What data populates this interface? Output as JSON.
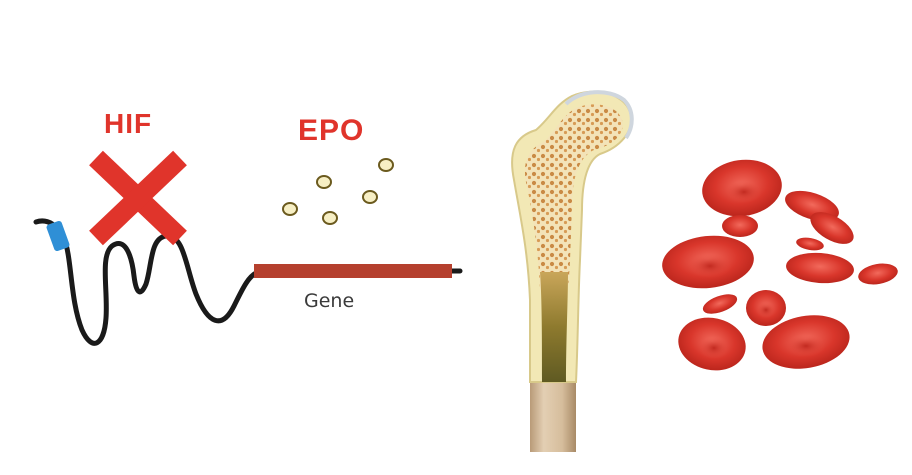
{
  "labels": {
    "hif": "HIF",
    "epo": "EPO",
    "gene": "Gene"
  },
  "colors": {
    "accent_red": "#e0342b",
    "gene_bar": "#b5402e",
    "dna_strand": "#1a1a1a",
    "blue_marker": "#2f8fd6",
    "epo_particle_fill": "#f7efc4",
    "epo_particle_stroke": "#6b5a1e",
    "bone_shaft": "#d8c3a6",
    "bone_spongy": "#cf9a52",
    "bone_cortex": "#f2e8b5",
    "marrow": "#8a7a2c",
    "red_blood_cell": "#d9362b"
  },
  "icons": [
    "cross-mark-icon",
    "dna-strand-icon",
    "epo-particles-icon",
    "femur-bone-icon",
    "red-blood-cells-icon"
  ]
}
